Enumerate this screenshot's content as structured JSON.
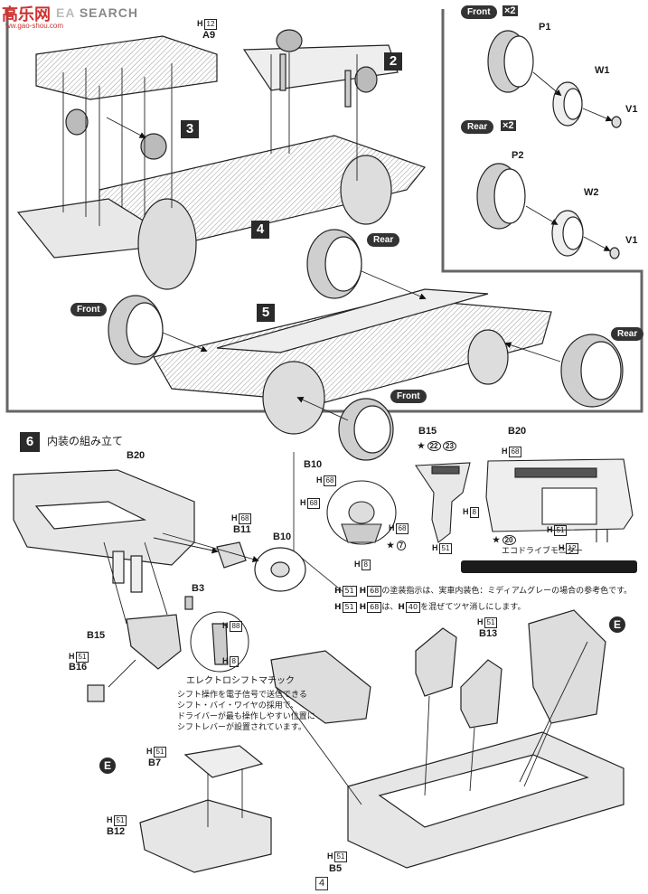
{
  "watermark": {
    "brand": "SEARCH",
    "prefix": "EA",
    "site_cn": "高乐网",
    "site_url": "ww.gao-shou.com"
  },
  "steps": [
    {
      "num": "2"
    },
    {
      "num": "3"
    },
    {
      "num": "4"
    },
    {
      "num": "5"
    },
    {
      "num": "6",
      "title": "内装の組み立て"
    }
  ],
  "wheels": {
    "front_label": "Front",
    "front_qty": "×2",
    "rear_label": "Rear",
    "rear_qty": "×2",
    "parts": [
      "P1",
      "W1",
      "V1",
      "P2",
      "W2",
      "V1"
    ]
  },
  "chassis_labels": {
    "a9": "A9",
    "a9_h": "12",
    "rear1": "Rear",
    "front1": "Front",
    "rear2": "Rear",
    "front2": "Front"
  },
  "interior": {
    "b20": "B20",
    "b11": "B11",
    "b11_h": "68",
    "b10": "B10",
    "b3": "B3",
    "b15": "B15",
    "b16": "B16",
    "b16_h": "51",
    "shift_h1": "88",
    "shift_h2": "8",
    "shift_title": "エレクトロシフトマチック",
    "shift_lines": [
      "シフト操作を電子信号で送信できる",
      "シフト・バイ・ワイヤの採用で、",
      "ドライバーが最も操作しやすい位置に",
      "シフトレバーが設置されています。"
    ],
    "b7": "B7",
    "b7_h": "51",
    "b12": "B12",
    "b12_h": "51",
    "b13": "B13",
    "b13_h": "51",
    "b5": "B5",
    "b5_h": "51",
    "e_marker": "E"
  },
  "detail": {
    "b15": "B15",
    "b15_star1": "22",
    "b15_star2": "23",
    "b15_h1": "8",
    "b15_h2": "51",
    "b20": "B20",
    "b20_h1": "68",
    "b20_h2": "51",
    "b20_h3": "12",
    "b20_star": "20",
    "eco_monitor": "エコドライブモニター",
    "b10": "B10",
    "b10_h1": "68",
    "b10_h2": "68",
    "b10_h3": "68",
    "b10_h4": "8",
    "b10_star": "7",
    "h_prefix": "H"
  },
  "notes": {
    "note1_h1": "51",
    "note1_h2": "68",
    "note1_text": "の塗装指示は、実車内装色：ミディアムグレーの場合の参考色です。",
    "note2_h1": "51",
    "note2_h2": "68",
    "note2_mid": "は、",
    "note2_h3": "40",
    "note2_text": "を混ぜてツヤ消しにします。"
  },
  "page_number": "4"
}
